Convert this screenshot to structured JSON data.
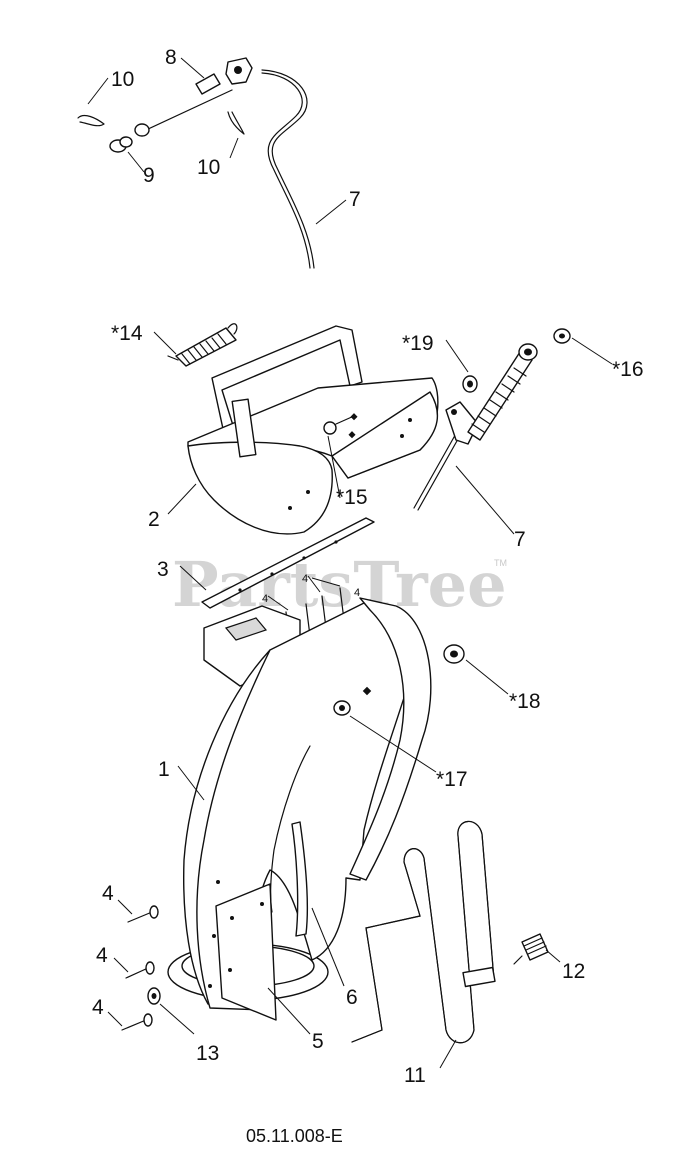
{
  "watermark": {
    "text": "PartsTree",
    "trademark": "TM"
  },
  "document_code": "05.11.008-E",
  "callouts": {
    "c1": "1",
    "c2": "2",
    "c3": "3",
    "c4a": "4",
    "c4b": "4",
    "c4c": "4",
    "c4d": "4",
    "c4e": "4",
    "c4f": "4",
    "c5": "5",
    "c6": "6",
    "c7a": "7",
    "c7b": "7",
    "c8": "8",
    "c9": "9",
    "c10a": "10",
    "c10b": "10",
    "c11": "11",
    "c12": "12",
    "c13": "13",
    "c14": "*14",
    "c15": "*15",
    "c16": "*16",
    "c17": "*17",
    "c18": "*18",
    "c19": "*19"
  }
}
